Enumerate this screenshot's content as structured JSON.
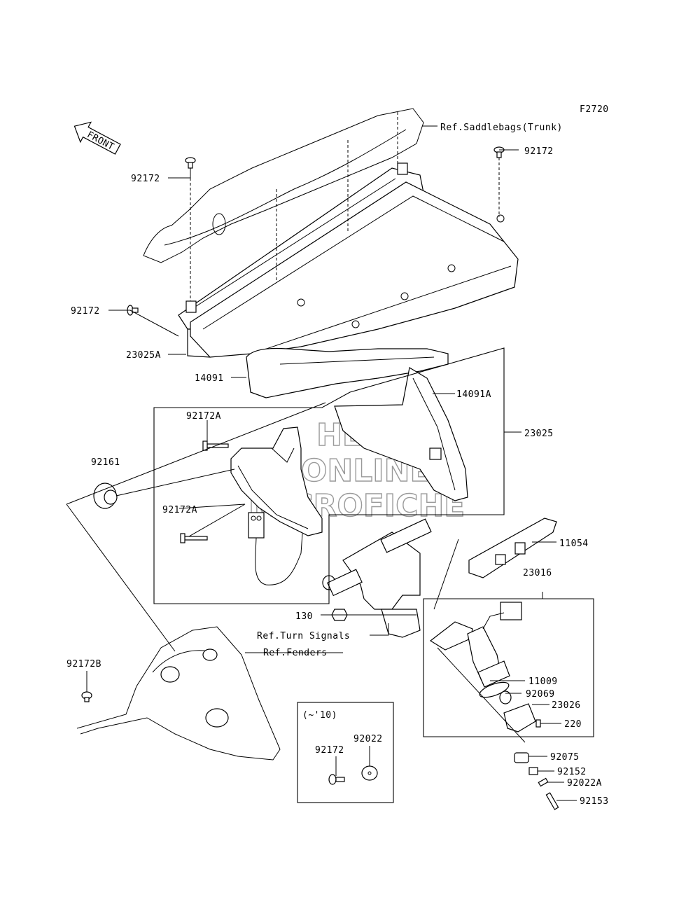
{
  "figure_code": "F2720",
  "front_arrow": "FRONT",
  "watermark": [
    "HLSM",
    "ONLINE",
    "MICROFICHE"
  ],
  "labels": {
    "ref_saddlebags": "Ref.Saddlebags(Trunk)",
    "p92172_top_right": "92172",
    "p92172_top_left": "92172",
    "p92172_left": "92172",
    "p23025A": "23025A",
    "p14091": "14091",
    "p14091A": "14091A",
    "p92172A_top": "92172A",
    "p23025": "23025",
    "p92161": "92161",
    "p92172A_bottom": "92172A",
    "p11054": "11054",
    "p23016": "23016",
    "p130": "130",
    "ref_turn_signals": "Ref.Turn Signals",
    "ref_fenders": "Ref.Fenders",
    "p92172B": "92172B",
    "p11009": "11009",
    "p92069": "92069",
    "p23026": "23026",
    "p220": "220",
    "inset_title": "(~'10)",
    "inset_92022": "92022",
    "inset_92172": "92172",
    "p92075": "92075",
    "p92152": "92152",
    "p92022A": "92022A",
    "p92153": "92153"
  }
}
